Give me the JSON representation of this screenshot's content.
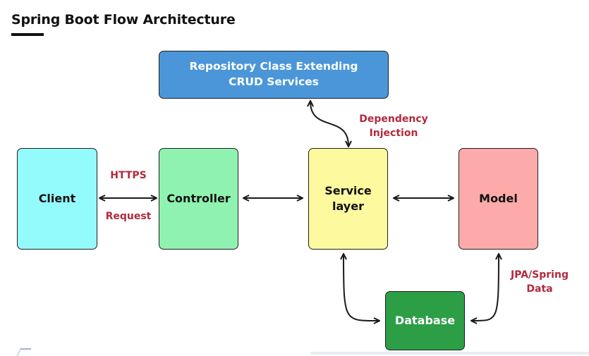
{
  "title": "Spring Boot Flow Architecture",
  "nodes": {
    "repository": "Repository Class Extending\nCRUD Services",
    "client": "Client",
    "controller": "Controller",
    "service": "Service\nlayer",
    "model": "Model",
    "database": "Database"
  },
  "edge_labels": {
    "https": "HTTPS",
    "request": "Request",
    "dependency_injection": "Dependency\nInjection",
    "jpa": "JPA/Spring\nData"
  },
  "colors": {
    "repository": "#4a96d9",
    "client": "#94fbfd",
    "controller": "#8ff2b1",
    "service": "#fcf99e",
    "model": "#fdaaaa",
    "database": "#2c9e46",
    "label": "#b02a3e",
    "arrow": "#1a1a1a"
  }
}
